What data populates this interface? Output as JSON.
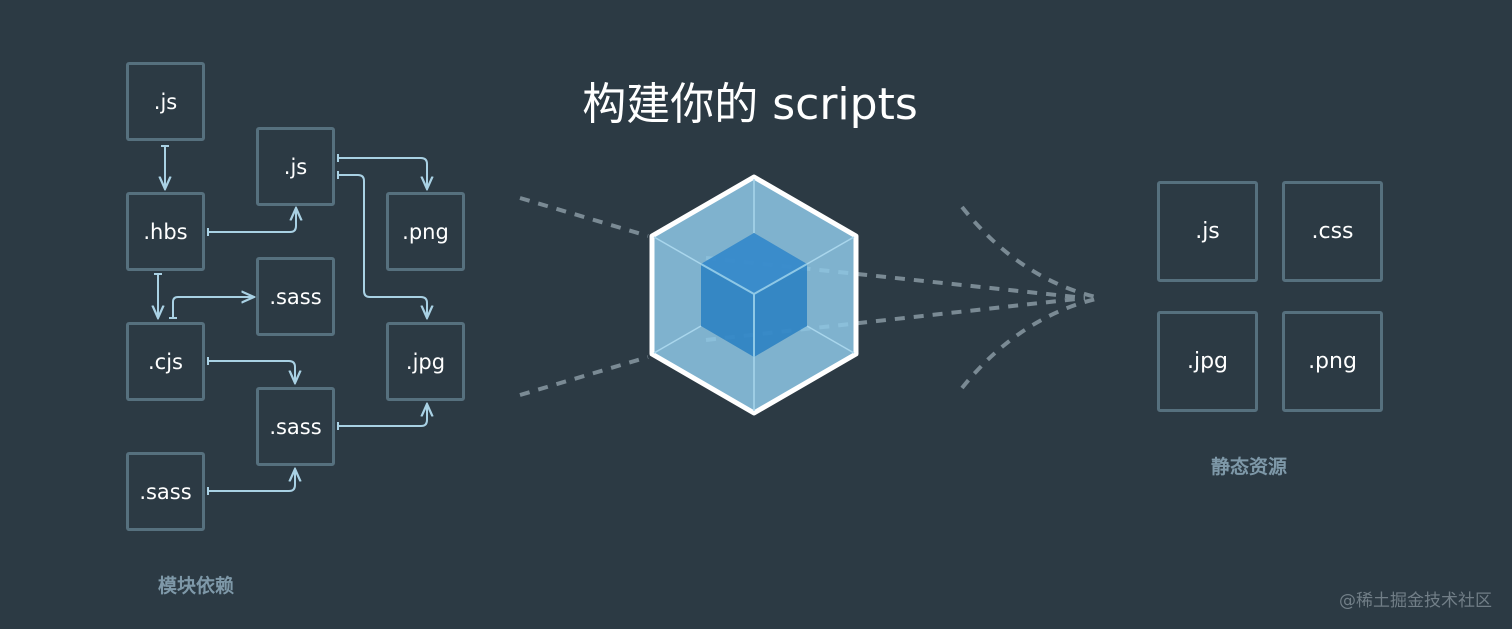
{
  "title": "构建你的 scripts",
  "dependencies": {
    "caption": "模块依赖",
    "nodes": [
      {
        "label": ".js"
      },
      {
        "label": ".hbs"
      },
      {
        "label": ".cjs"
      },
      {
        "label": ".sass"
      },
      {
        "label": ".js"
      },
      {
        "label": ".sass"
      },
      {
        "label": ".sass"
      },
      {
        "label": ".png"
      },
      {
        "label": ".jpg"
      }
    ]
  },
  "assets": {
    "caption": "静态资源",
    "items": [
      {
        "label": ".js"
      },
      {
        "label": ".css"
      },
      {
        "label": ".jpg"
      },
      {
        "label": ".png"
      }
    ]
  },
  "watermark": "@稀土掘金技术社区",
  "colors": {
    "background": "#2c3a44",
    "box_border": "#56707e",
    "arrow": "#a9d1e4",
    "dashed": "#7a8a94",
    "cube_outer": "#8ec8e6",
    "cube_inner": "#1c78c0"
  }
}
